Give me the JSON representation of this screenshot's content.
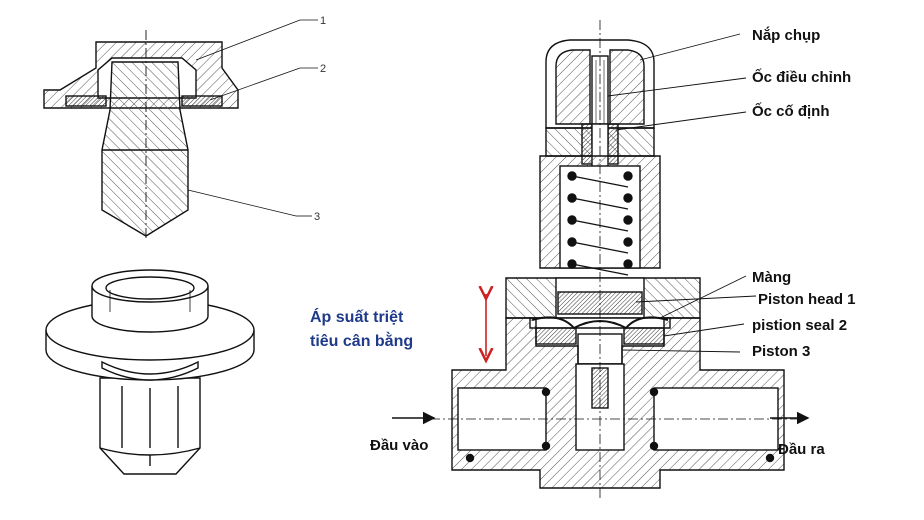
{
  "left_figure": {
    "callouts": [
      "1",
      "2",
      "3"
    ]
  },
  "right_figure": {
    "labels": {
      "cap": "Nắp chụp",
      "adjust_nut": "Ốc điều chỉnh",
      "lock_nut": "Ốc cố định",
      "membrane": "Màng",
      "piston_head": "Piston head 1",
      "piston_seal": "pistion seal 2",
      "piston": "Piston 3",
      "inlet": "Đầu vào",
      "outlet": "Đầu ra"
    },
    "pressure_note_line1": "Áp suất triệt",
    "pressure_note_line2": "tiêu cân bằng"
  },
  "colors": {
    "line": "#111111",
    "hatch": "#555555",
    "pressure_text": "#1f3a8a",
    "pressure_arrow": "#cc2222"
  }
}
